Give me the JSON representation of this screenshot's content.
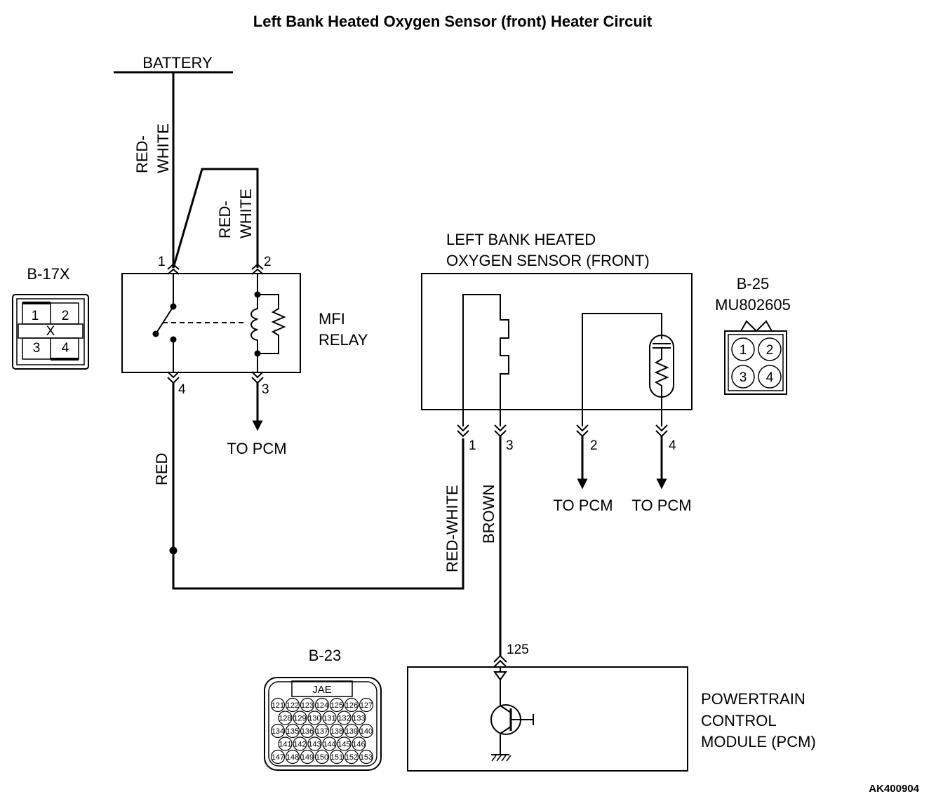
{
  "title": "Left Bank Heated Oxygen Sensor (front) Heater Circuit",
  "figure_id": "AK400904",
  "battery": {
    "label": "BATTERY"
  },
  "wires": {
    "battery_feed": "RED-\nWHITE",
    "relay_pin2_feed": "RED-\nWHITE",
    "relay_out": "RED",
    "sensor_pin1": "RED-WHITE",
    "sensor_pin3": "BROWN"
  },
  "mfi_relay": {
    "label_line1": "MFI",
    "label_line2": "RELAY",
    "pins": {
      "p1": "1",
      "p2": "2",
      "p3": "3",
      "p4": "4"
    },
    "to_pcm": "TO PCM"
  },
  "connector_b17x": {
    "id": "B-17X",
    "pins": [
      "1",
      "2",
      "3",
      "4"
    ]
  },
  "sensor": {
    "label_line1": "LEFT BANK HEATED",
    "label_line2": "OXYGEN SENSOR (FRONT)",
    "pins": {
      "p1": "1",
      "p2": "2",
      "p3": "3",
      "p4": "4"
    },
    "to_pcm_2": "TO PCM",
    "to_pcm_4": "TO PCM"
  },
  "connector_b25": {
    "id": "B-25",
    "part": "MU802605",
    "pins": [
      "1",
      "2",
      "3",
      "4"
    ]
  },
  "connector_b23": {
    "id": "B-23",
    "maker": "JAE",
    "rows": [
      [
        "121",
        "122",
        "123",
        "124",
        "125",
        "126",
        "127"
      ],
      [
        "128",
        "129",
        "130",
        "131",
        "132",
        "133"
      ],
      [
        "134",
        "135",
        "136",
        "137",
        "138",
        "139",
        "140"
      ],
      [
        "141",
        "142",
        "143",
        "144",
        "145",
        "146"
      ],
      [
        "147",
        "148",
        "149",
        "150",
        "151",
        "152",
        "153"
      ]
    ]
  },
  "pcm": {
    "pin": "125",
    "label_line1": "POWERTRAIN",
    "label_line2": "CONTROL",
    "label_line3": "MODULE (PCM)"
  }
}
